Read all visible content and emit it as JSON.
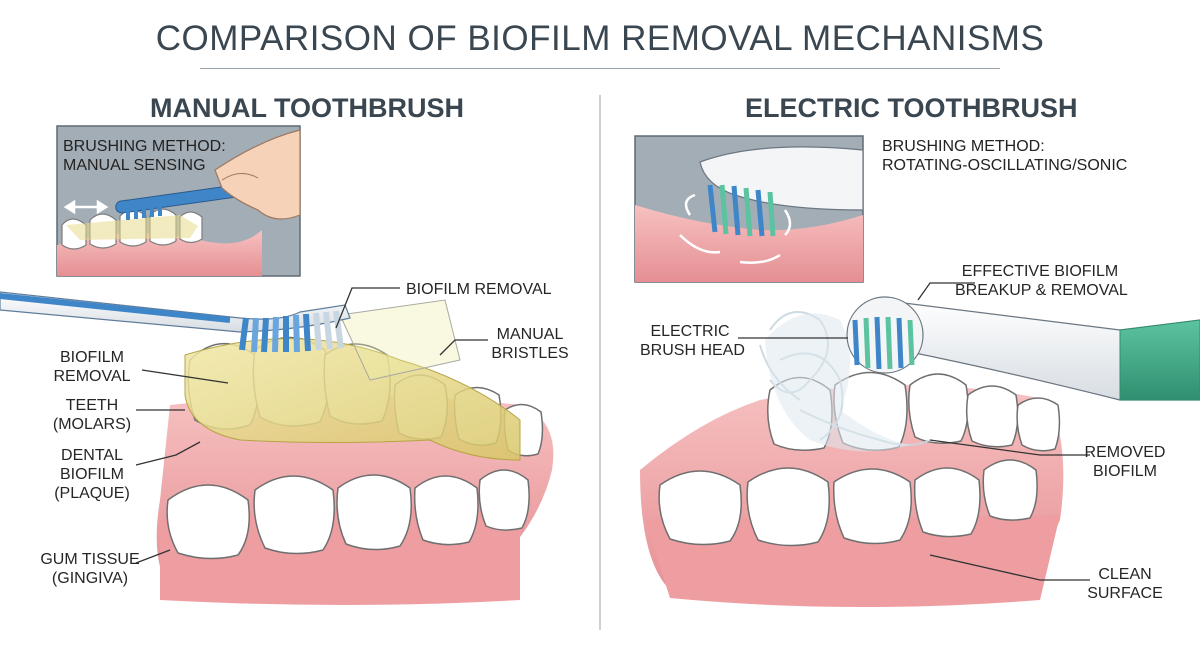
{
  "title": "COMPARISON OF BIOFILM REMOVAL MECHANISMS",
  "manual": {
    "heading": "MANUAL TOOTHBRUSH",
    "method_line1": "BRUSHING METHOD:",
    "method_line2": "MANUAL SENSING",
    "labels": {
      "biofilm_removal_top": "BIOFILM REMOVAL",
      "manual_bristles_1": "MANUAL",
      "manual_bristles_2": "BRISTLES",
      "biofilm_removal_side_1": "BIOFILM",
      "biofilm_removal_side_2": "REMOVAL",
      "teeth_1": "TEETH",
      "teeth_2": "(MOLARS)",
      "dental_1": "DENTAL",
      "dental_2": "BIOFILM",
      "dental_3": "(PLAQUE)",
      "gum_1": "GUM TISSUE",
      "gum_2": "(GINGIVA)"
    }
  },
  "electric": {
    "heading": "ELECTRIC TOOTHBRUSH",
    "method_line1": "BRUSHING METHOD:",
    "method_line2": "ROTATING-OSCILLATING/SONIC",
    "labels": {
      "effective_1": "EFFECTIVE BIOFILM",
      "effective_2": "BREAKUP & REMOVAL",
      "head_1": "ELECTRIC",
      "head_2": "BRUSH HEAD",
      "removed_1": "REMOVED",
      "removed_2": "BIOFILM",
      "clean_1": "CLEAN",
      "clean_2": "SURFACE"
    }
  },
  "colors": {
    "gum": "#f2a8a8",
    "tooth": "#ffffff",
    "plaque": "#e9dc8a",
    "brush_blue": "#3f86c9",
    "electric_green": "#3fae8c",
    "inset_bg": "#9aa4ad"
  }
}
